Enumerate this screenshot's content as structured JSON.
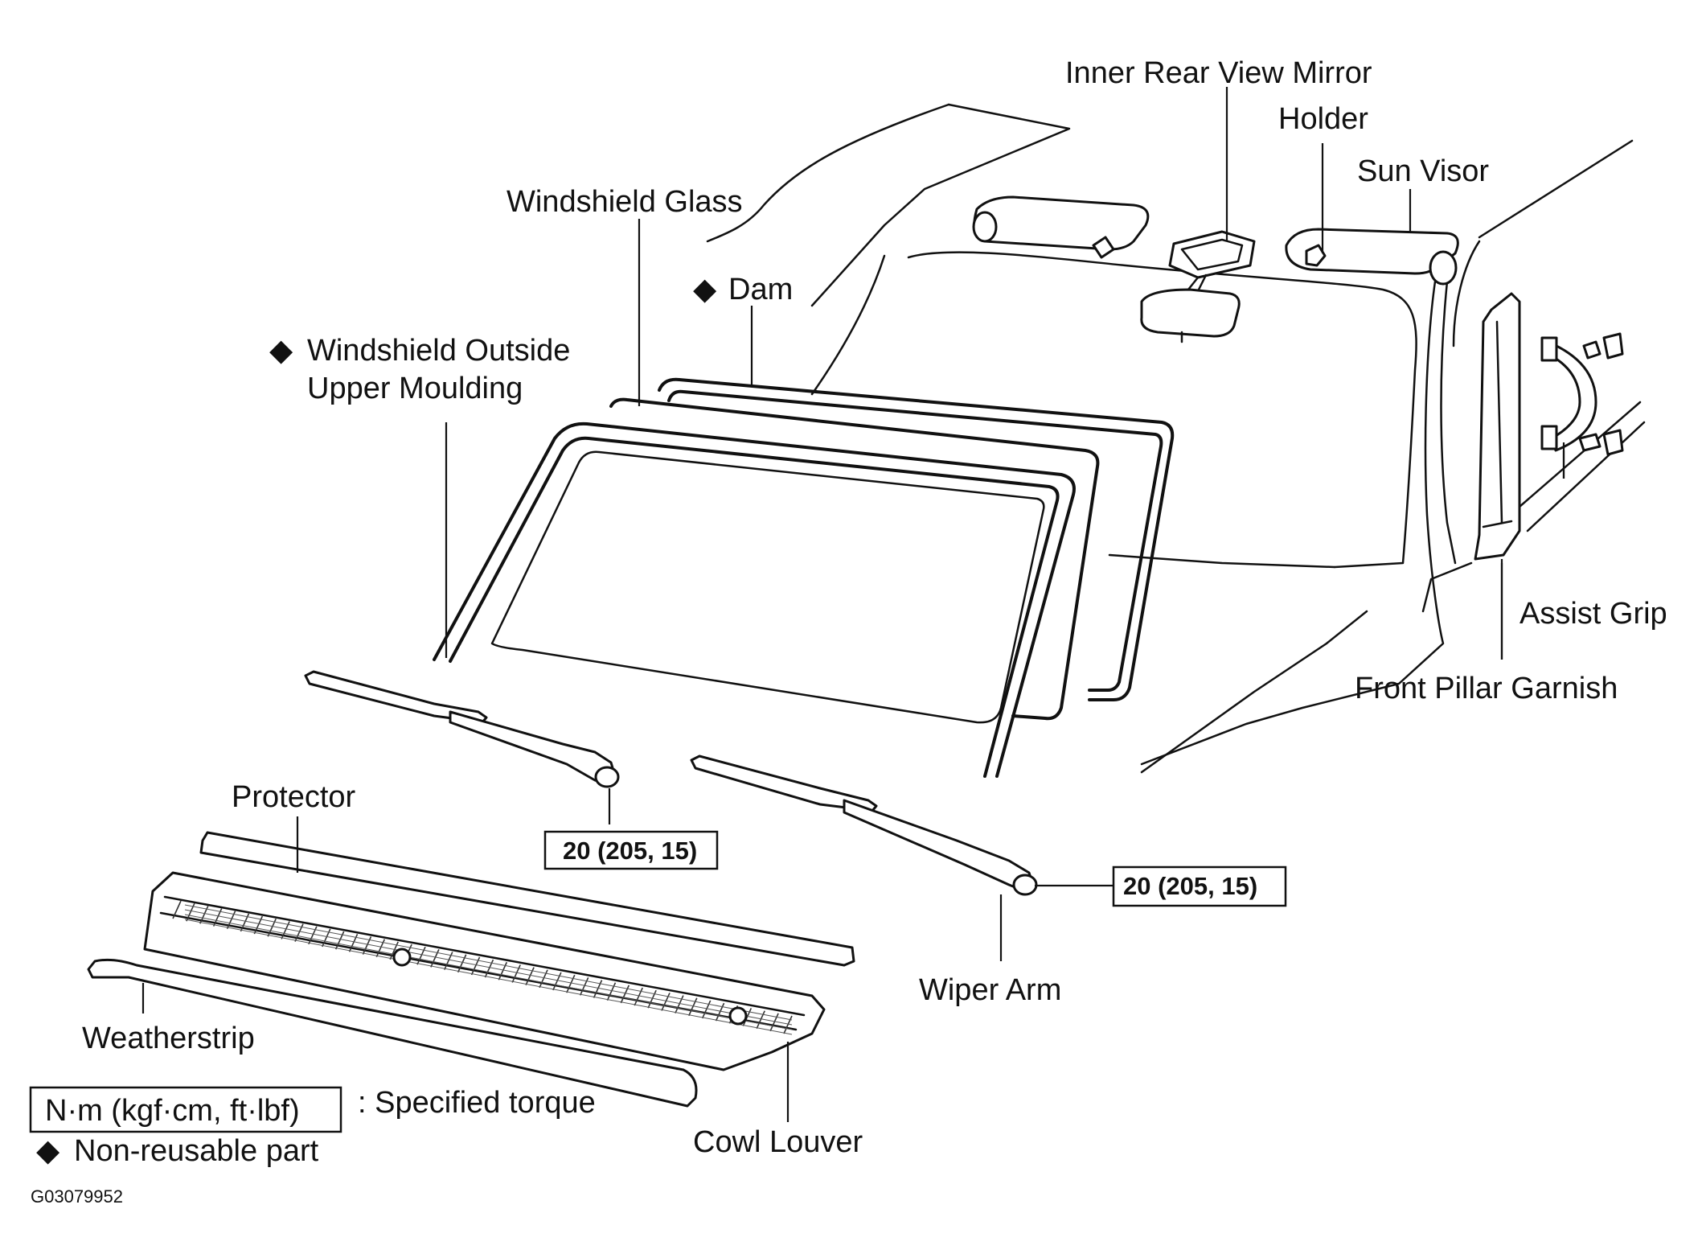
{
  "labels": {
    "inner_rear_view_mirror": "Inner Rear View Mirror",
    "holder": "Holder",
    "sun_visor": "Sun Visor",
    "windshield_glass": "Windshield Glass",
    "dam": "Dam",
    "windshield_outside_upper_moulding_1": "Windshield Outside",
    "windshield_outside_upper_moulding_2": "Upper Moulding",
    "assist_grip": "Assist Grip",
    "front_pillar_garnish": "Front Pillar Garnish",
    "protector": "Protector",
    "wiper_arm": "Wiper Arm",
    "weatherstrip": "Weatherstrip",
    "cowl_louver": "Cowl Louver"
  },
  "torque": {
    "left": "20 (205, 15)",
    "right": "20 (205, 15)"
  },
  "legend": {
    "torque_unit": "N·m (kgf·cm, ft·lbf)",
    "torque_desc": ": Specified torque",
    "nonreusable_desc": "Non-reusable part",
    "diamond": "◆"
  },
  "figure_code": "G03079952"
}
